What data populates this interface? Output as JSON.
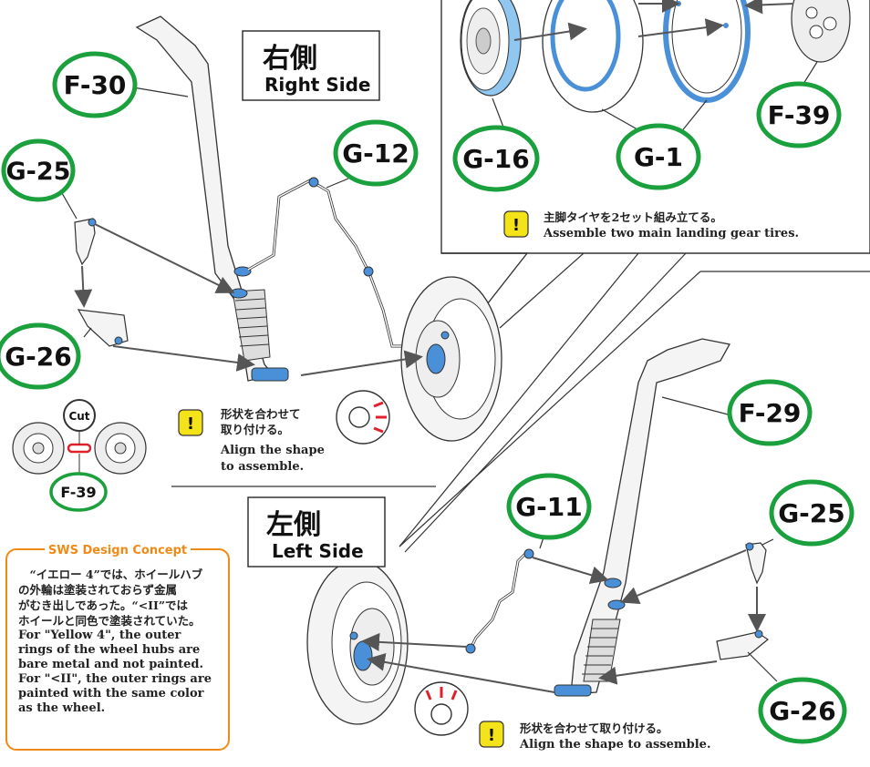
{
  "colors": {
    "label_border": "#1aa03c",
    "part_highlight": "#4a90d9",
    "note_yellow": "#f5e31a",
    "concept_orange": "#f08a16",
    "cut_red": "#e0202a"
  },
  "parts": {
    "f30": "F-30",
    "g25_right": "G-25",
    "g26_right": "G-26",
    "g12": "G-12",
    "g16": "G-16",
    "g1": "G-1",
    "f39_top": "F-39",
    "f39_small": "F-39",
    "f29": "F-29",
    "g11": "G-11",
    "g25_left": "G-25",
    "g26_left": "G-26"
  },
  "right_side": {
    "jp": "右側",
    "en": "Right Side"
  },
  "left_side": {
    "jp": "左側",
    "en": "Left Side"
  },
  "cut_label": "Cut",
  "notes": {
    "tires_jp": "主脚タイヤを2セット組み立てる。",
    "tires_en": "Assemble two main landing gear tires.",
    "align_right_jp1": "形状を合わせて",
    "align_right_jp2": "取り付ける。",
    "align_right_en1": "Align the shape",
    "align_right_en2": "to assemble.",
    "align_left_jp": "形状を合わせて取り付ける。",
    "align_left_en": "Align the shape to assemble.",
    "icon": "!"
  },
  "concept": {
    "title": "SWS Design Concept",
    "jp1": "“イエロー 4”では、ホイールハブ",
    "jp2": "の外輪は塗装されておらず金属",
    "jp3": "がむき出しであった。“<II”では",
    "jp4": "ホイールと同色で塗装されていた。",
    "en1": "For \"Yellow 4\", the outer",
    "en2": "rings of the wheel hubs are",
    "en3": "bare metal and not painted.",
    "en4": "For \"<II\", the outer rings are",
    "en5": "painted with the same color",
    "en6": "as the wheel."
  }
}
